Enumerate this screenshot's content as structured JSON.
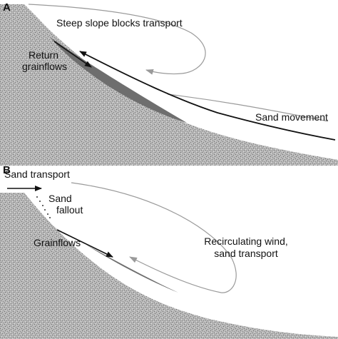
{
  "colors": {
    "sand_fill": "#b7b7b7",
    "sand_speckle": "#6f6f6f",
    "grainflow_wedge": "#6e6e6e",
    "wind_line": "#9a9a9a",
    "sand_line": "#111111",
    "background": "#ffffff"
  },
  "panel_a": {
    "letter": "A",
    "labels": {
      "steep_slope": "Steep slope blocks transport",
      "return_grainflows_line1": "Return",
      "return_grainflows_line2": "grainflows",
      "sand_movement": "Sand movement"
    }
  },
  "panel_b": {
    "letter": "B",
    "labels": {
      "sand_transport": "Sand transport",
      "sand_fallout_line1": "Sand",
      "sand_fallout_line2": "fallout",
      "grainflows": "Grainflows",
      "recirculating_line1": "Recirculating wind,",
      "recirculating_line2": "sand transport"
    }
  }
}
